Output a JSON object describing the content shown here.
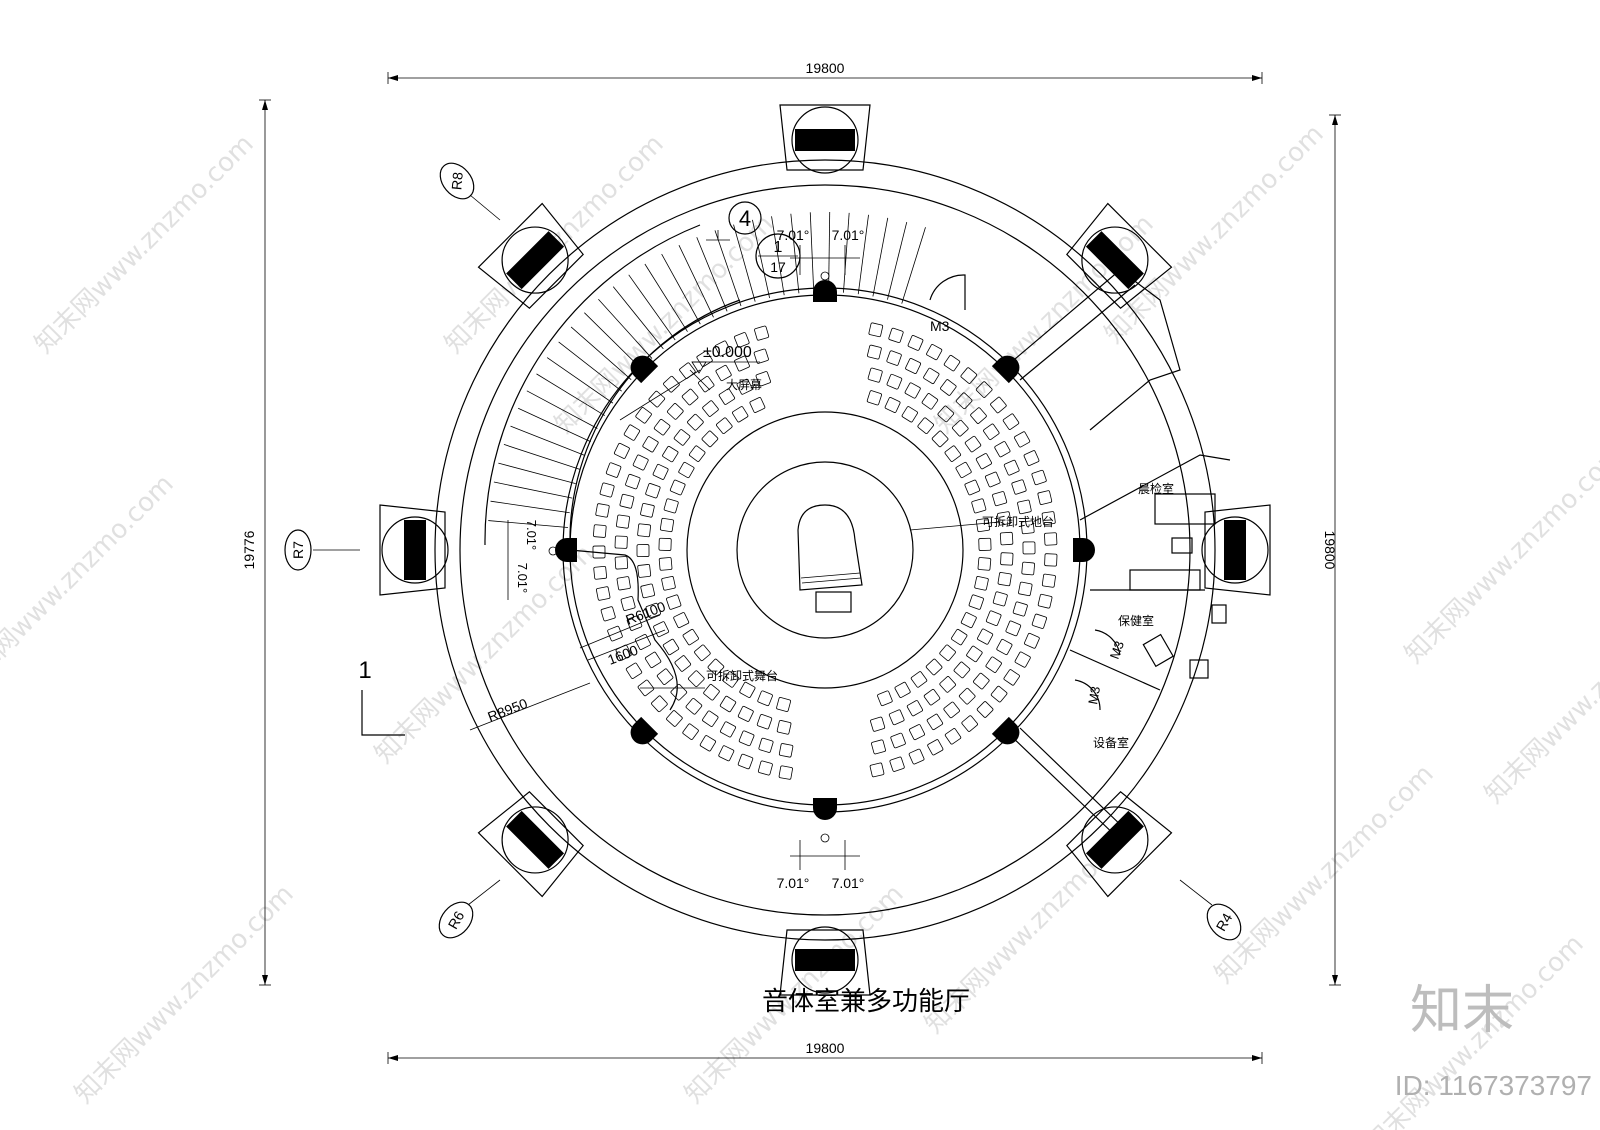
{
  "title": "音体室兼多功能厅",
  "dimensions": {
    "top": "19800",
    "bottom": "19800",
    "left": "19776",
    "right": "19800"
  },
  "radius_labels": {
    "outer": "R8950",
    "inner": "R6100",
    "band": "1600"
  },
  "angle_labels": {
    "top_left": "7.01°",
    "top_right": "7.01°",
    "bottom_left": "7.01°",
    "bottom_right": "7.01°",
    "side_a": "7.01°",
    "side_b": "7.01°"
  },
  "axis_markers": [
    "R8",
    "R7",
    "R6",
    "R4"
  ],
  "section_marks": {
    "top_number": "4",
    "fraction_num": "1",
    "fraction_den": "17",
    "left_number": "1"
  },
  "level": "±0.000",
  "room_labels": {
    "screen": "大屏幕",
    "removable_floor": "可拆卸式地台",
    "removable_stage": "可拆卸式舞台",
    "morning_check": "晨检室",
    "health_room": "保健室",
    "equipment_room": "设备室",
    "door_top": "M3",
    "door_right_a": "M3",
    "door_right_b": "M3"
  },
  "watermark": {
    "brand": "知末",
    "id": "ID: 1167373797",
    "tile_text": "知末网www.znzmo.com"
  }
}
